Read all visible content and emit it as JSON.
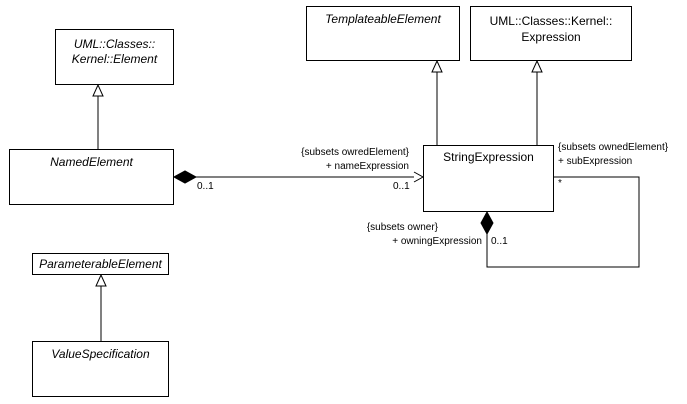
{
  "classes": {
    "element": {
      "line1": "UML::Classes::",
      "line2": "Kernel::Element",
      "italic": true
    },
    "named_element": {
      "name": "NamedElement",
      "italic": true
    },
    "parameterable_element": {
      "name": "ParameterableElement",
      "italic": true
    },
    "value_specification": {
      "name": "ValueSpecification",
      "italic": true
    },
    "templateable_element": {
      "name": "TemplateableElement",
      "italic": true
    },
    "expression": {
      "line1": "UML::Classes::Kernel::",
      "line2": "Expression",
      "italic": false
    },
    "string_expression": {
      "name": "StringExpression",
      "italic": false
    }
  },
  "associations": {
    "name_expression": {
      "constraint": "{subsets owredElement}",
      "role": "+ nameExpression",
      "multiplicity_target": "0..1",
      "multiplicity_source": "0..1"
    },
    "sub_expression": {
      "constraint": "{subsets ownedElement}",
      "role": "+ subExpression",
      "multiplicity": "*"
    },
    "owning_expression": {
      "constraint": "{subsets owner}",
      "role": "+ owningExpression",
      "multiplicity": "0..1"
    }
  }
}
